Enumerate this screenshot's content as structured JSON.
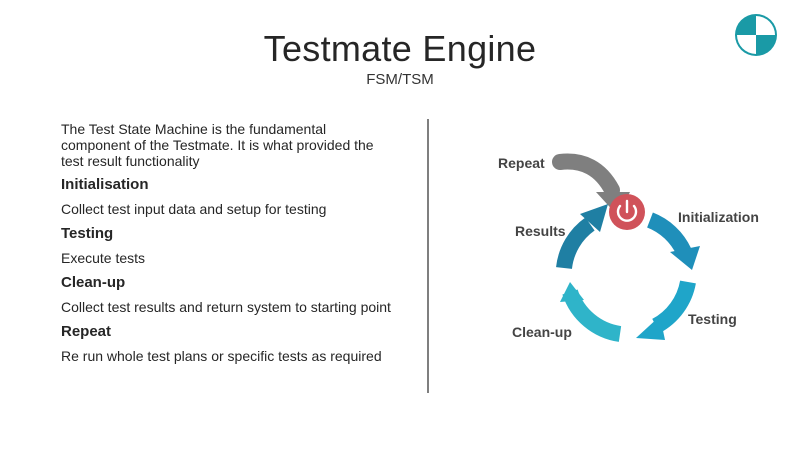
{
  "header": {
    "title": "Testmate Engine",
    "subtitle": "FSM/TSM"
  },
  "logo": {
    "icon": "quartered-circle-logo-icon",
    "colors": [
      "#1a9aa6",
      "#ffffff"
    ]
  },
  "content": {
    "intro": "The Test State Machine is the fundamental component of the Testmate. It is what provided the test result functionality",
    "sections": [
      {
        "heading": "Initialisation",
        "body": "Collect test input data and setup for testing"
      },
      {
        "heading": "Testing",
        "body": "Execute tests"
      },
      {
        "heading": "Clean-up",
        "body": "Collect test results and return system to starting point"
      },
      {
        "heading": "Repeat",
        "body": "Re run whole test plans or specific tests as required"
      }
    ]
  },
  "diagram": {
    "labels": {
      "repeat": "Repeat",
      "initialization": "Initialization",
      "results": "Results",
      "testing": "Testing",
      "cleanup": "Clean-up"
    },
    "center_icon": "power-icon",
    "colors": {
      "power": "#d0525a",
      "repeat_arrow": "#7f7f7f",
      "results_arrow": "#1f7fa3",
      "initialization_arrow": "#1f8fba",
      "testing_arrow": "#1fa5c9",
      "cleanup_arrow": "#2fb4c9"
    }
  }
}
